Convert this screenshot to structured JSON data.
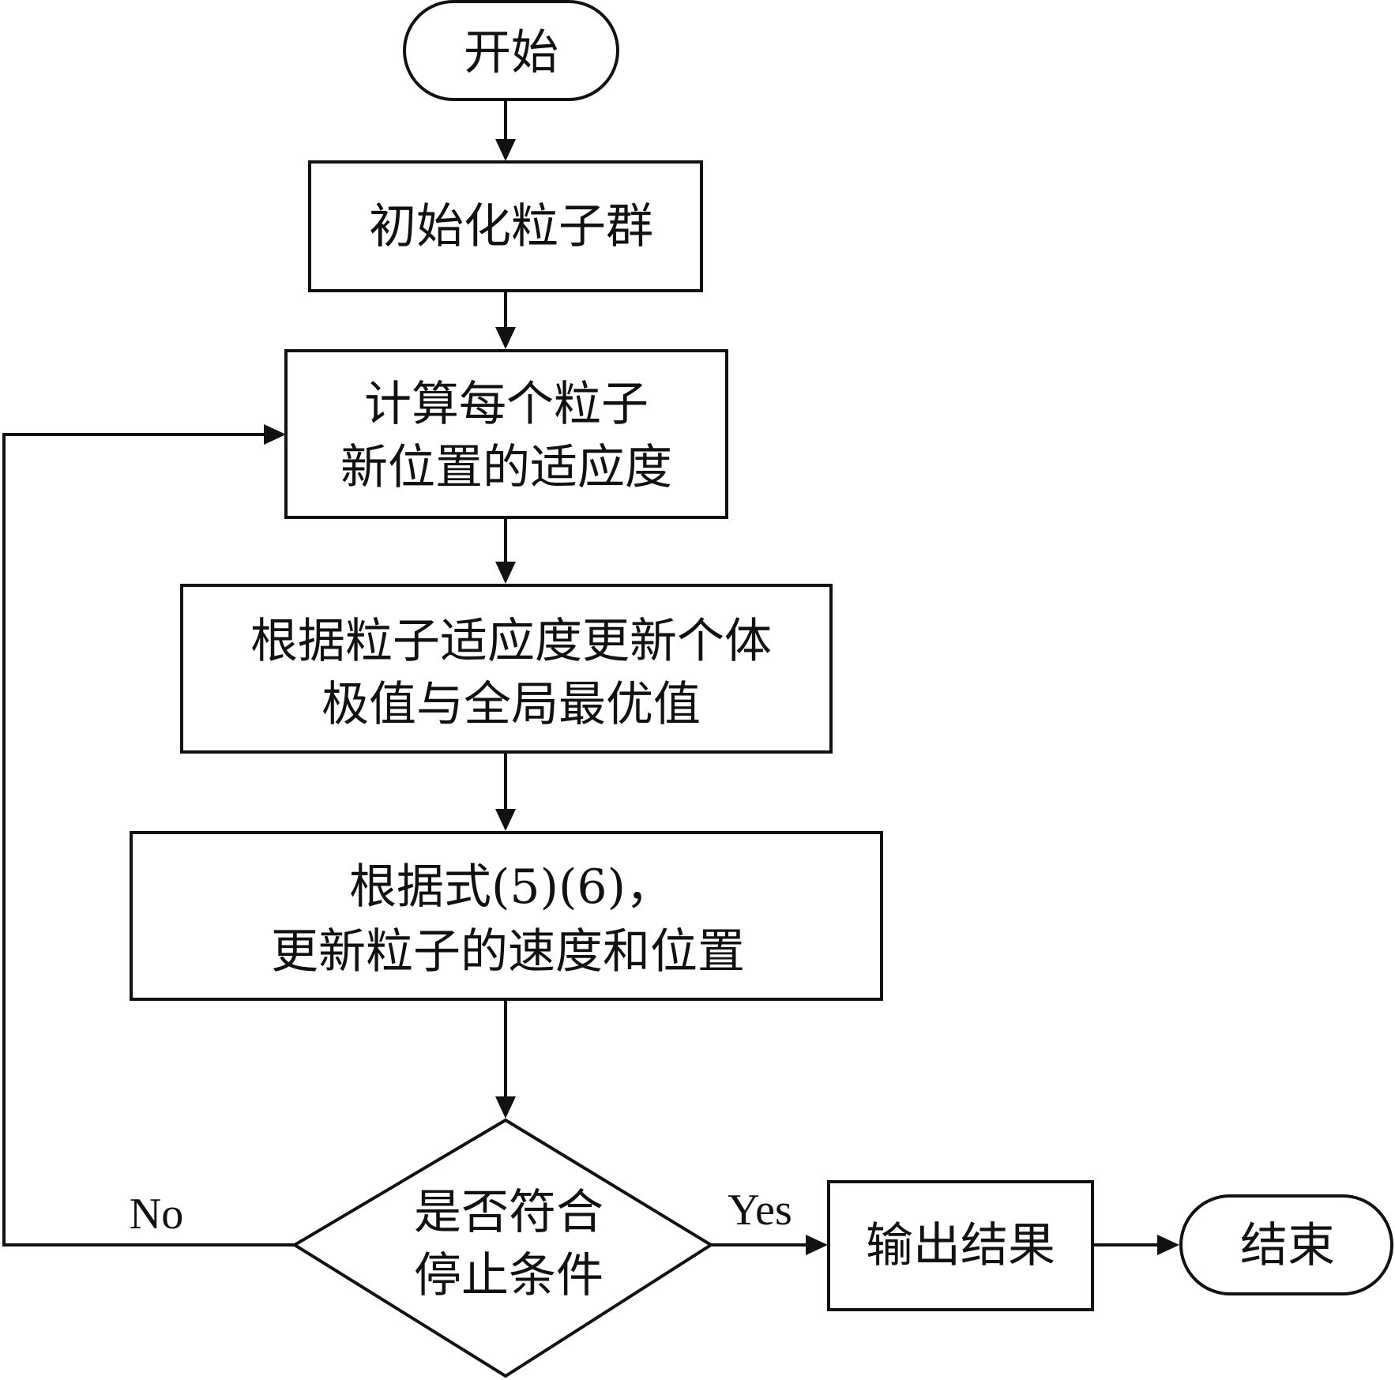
{
  "diagram": {
    "type": "flowchart",
    "nodes": {
      "start": {
        "shape": "terminal",
        "lines": [
          "开始"
        ]
      },
      "init": {
        "shape": "process",
        "lines": [
          "初始化粒子群"
        ]
      },
      "fitness": {
        "shape": "process",
        "lines": [
          "计算每个粒子",
          "新位置的适应度"
        ]
      },
      "update_best": {
        "shape": "process",
        "lines": [
          "根据粒子适应度更新个体",
          "极值与全局最优值"
        ]
      },
      "update_vel": {
        "shape": "process",
        "lines": [
          "根据式(5)(6)，",
          "更新粒子的速度和位置"
        ]
      },
      "decision": {
        "shape": "decision",
        "lines": [
          "是否符合",
          "停止条件"
        ]
      },
      "output": {
        "shape": "process",
        "lines": [
          "输出结果"
        ]
      },
      "end": {
        "shape": "terminal",
        "lines": [
          "结束"
        ]
      }
    },
    "edges": [
      {
        "from": "start",
        "to": "init",
        "label": ""
      },
      {
        "from": "init",
        "to": "fitness",
        "label": ""
      },
      {
        "from": "fitness",
        "to": "update_best",
        "label": ""
      },
      {
        "from": "update_best",
        "to": "update_vel",
        "label": ""
      },
      {
        "from": "update_vel",
        "to": "decision",
        "label": ""
      },
      {
        "from": "decision",
        "to": "output",
        "label": "Yes"
      },
      {
        "from": "output",
        "to": "end",
        "label": ""
      },
      {
        "from": "decision",
        "to": "fitness",
        "label": "No"
      }
    ]
  }
}
